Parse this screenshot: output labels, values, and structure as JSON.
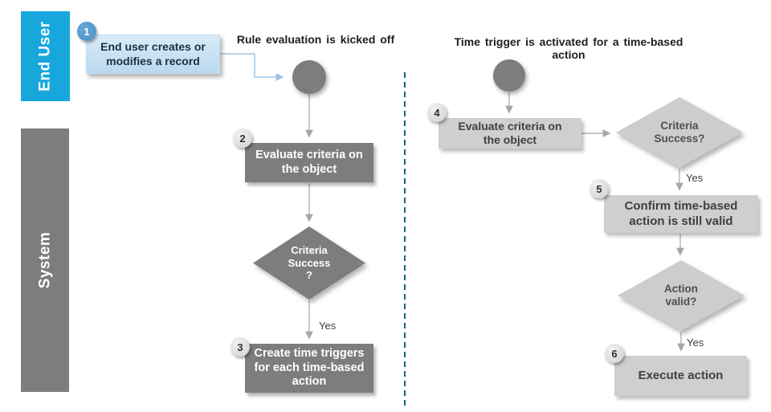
{
  "lanes": {
    "end_user": "End User",
    "system": "System"
  },
  "headers": {
    "left": "Rule evaluation is kicked off",
    "right": "Time trigger is activated for a time-based action"
  },
  "badges": {
    "b1": "1",
    "b2": "2",
    "b3": "3",
    "b4": "4",
    "b5": "5",
    "b6": "6"
  },
  "left_flow": {
    "step1": "End user creates or\nmodifies a record",
    "step2": "Evaluate criteria on\nthe object",
    "decision1": "Criteria\nSuccess\n?",
    "yes1": "Yes",
    "step3": "Create time triggers\nfor each time-based\naction"
  },
  "right_flow": {
    "step4": "Evaluate criteria on\nthe object",
    "decision2": "Criteria\nSuccess?",
    "yes2": "Yes",
    "step5": "Confirm time-based\naction is still valid",
    "decision3": "Action\nvalid?",
    "yes3": "Yes",
    "step6": "Execute action"
  },
  "colors": {
    "lane_end_user": "#18a7dc",
    "lane_system": "#7d7d7d",
    "shape_dark": "#7d7d7d",
    "shape_light": "#cfcfcf",
    "step1_fill_top": "#d9ecf8",
    "step1_fill_bottom": "#b9d8ee",
    "badge_blue": "#4a90c4",
    "connector_gray": "#b3b3b3",
    "connector_blue": "#9dc3e6",
    "separator_teal": "#19617f"
  }
}
